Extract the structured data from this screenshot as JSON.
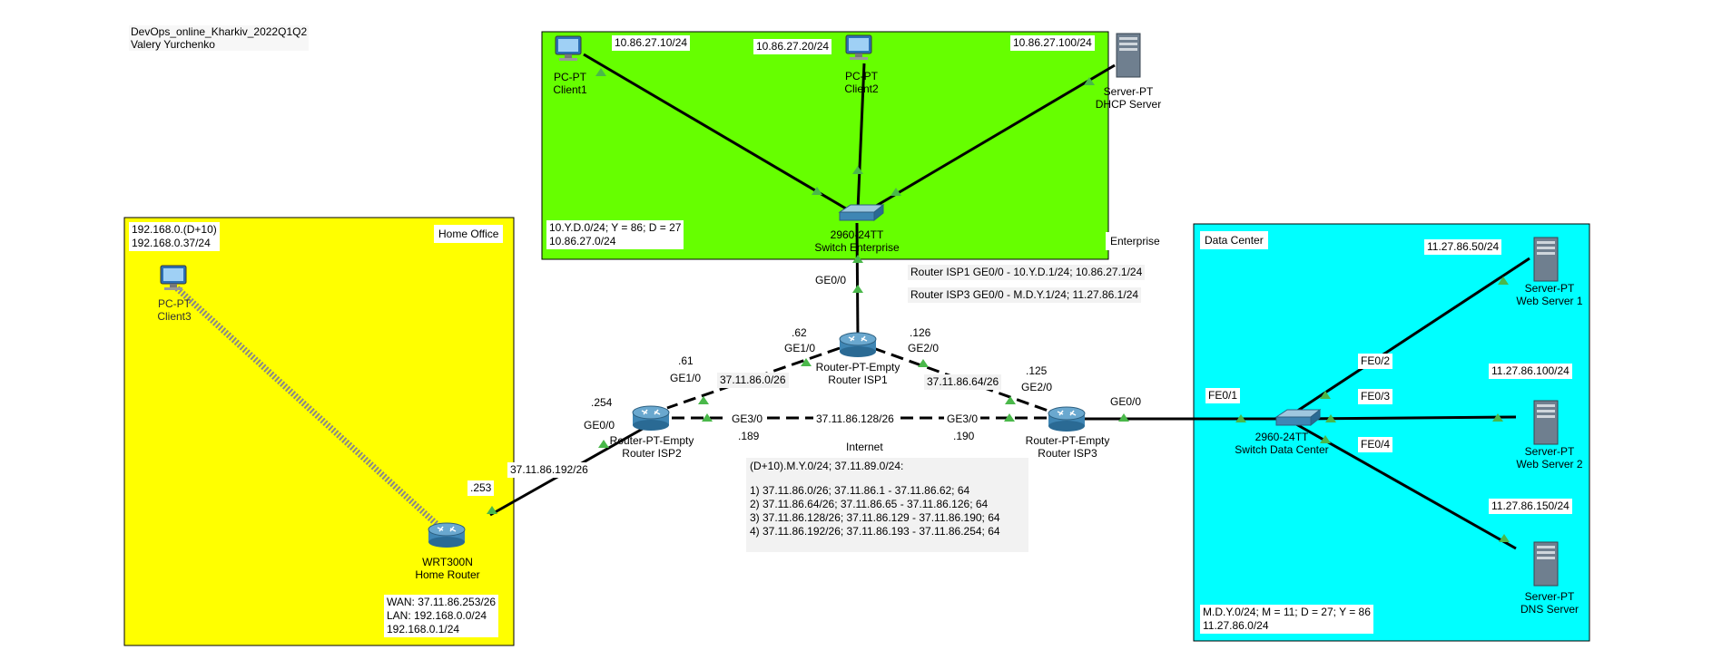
{
  "header": {
    "line1": "DevOps_online_Kharkiv_2022Q1Q2",
    "line2": "Valery Yurchenko"
  },
  "areas": {
    "home": {
      "title": "Home Office",
      "color": "#ffff00"
    },
    "enterprise": {
      "title": "Enterprise",
      "color": "#66ff00"
    },
    "datacenter": {
      "title": "Data Center",
      "color": "#00ffff"
    }
  },
  "notes": {
    "home_net_1": "192.168.0.(D+10)",
    "home_net_2": "192.168.0.37/24",
    "home_router_1": "WAN: 37.11.86.253/26",
    "home_router_2": "LAN: 192.168.0.0/24",
    "home_router_3": "192.168.0.1/24",
    "ent_net_1": "10.Y.D.0/24; Y = 86; D = 27",
    "ent_net_2": "10.86.27.0/24",
    "isp1_ge00": "Router ISP1 GE0/0 - 10.Y.D.1/24; 10.86.27.1/24",
    "isp3_ge00": "Router ISP3 GE0/0 - M.D.Y.1/24; 11.27.86.1/24",
    "dc_net_1": "M.D.Y.0/24; M = 11; D = 27; Y = 86",
    "dc_net_2": "11.27.86.0/24",
    "internet_title": "Internet",
    "internet_l1": "(D+10).M.Y.0/24; 37.11.89.0/24:",
    "internet_l2": "1) 37.11.86.0/26; 37.11.86.1 - 37.11.86.62; 64",
    "internet_l3": "2) 37.11.86.64/26; 37.11.86.65 - 37.11.86.126; 64",
    "internet_l4": "3) 37.11.86.128/26; 37.11.86.129 - 37.11.86.190; 64",
    "internet_l5": "4) 37.11.86.192/26; 37.11.86.193 - 37.11.86.254; 64"
  },
  "devices": {
    "client1": {
      "type": "PC-PT",
      "name": "Client1",
      "ip": "10.86.27.10/24"
    },
    "client2": {
      "type": "PC-PT",
      "name": "Client2",
      "ip": "10.86.27.20/24"
    },
    "dhcp": {
      "type": "Server-PT",
      "name": "DHCP Server",
      "ip": "10.86.27.100/24"
    },
    "sw_ent": {
      "type": "2960-24TT",
      "name": "Switch Enterprise"
    },
    "client3": {
      "type": "PC-PT",
      "name": "Client3"
    },
    "home_router": {
      "type": "WRT300N",
      "name": "Home Router"
    },
    "isp1": {
      "type": "Router-PT-Empty",
      "name": "Router ISP1"
    },
    "isp2": {
      "type": "Router-PT-Empty",
      "name": "Router ISP2"
    },
    "isp3": {
      "type": "Router-PT-Empty",
      "name": "Router ISP3"
    },
    "sw_dc": {
      "type": "2960-24TT",
      "name": "Switch Data Center"
    },
    "web1": {
      "type": "Server-PT",
      "name": "Web Server 1",
      "ip": "11.27.86.50/24"
    },
    "web2": {
      "type": "Server-PT",
      "name": "Web Server 2",
      "ip": "11.27.86.100/24"
    },
    "dns": {
      "type": "Server-PT",
      "name": "DNS Server",
      "ip": "11.27.86.150/24"
    }
  },
  "links": {
    "ge00_isp1": "GE0/0",
    "isp1_dot62": ".62",
    "isp1_ge10": "GE1/0",
    "isp1_dot126": ".126",
    "isp1_ge20": "GE2/0",
    "isp2_dot61": ".61",
    "isp2_ge10": "GE1/0",
    "net_0_26": "37.11.86.0/26",
    "net_64_26": "37.11.86.64/26",
    "isp3_dot125": ".125",
    "isp3_ge20": "GE2/0",
    "isp2_dot254": ".254",
    "isp2_ge00": "GE0/0",
    "isp2_ge30": "GE3/0",
    "net_128_26": "37.11.86.128/26",
    "isp3_ge30": "GE3/0",
    "isp2_dot189": ".189",
    "isp3_dot190": ".190",
    "isp3_ge00": "GE0/0",
    "net_192_26": "37.11.86.192/26",
    "home_dot253": ".253",
    "dc_fe01": "FE0/1",
    "dc_fe02": "FE0/2",
    "dc_fe03": "FE0/3",
    "dc_fe04": "FE0/4"
  }
}
